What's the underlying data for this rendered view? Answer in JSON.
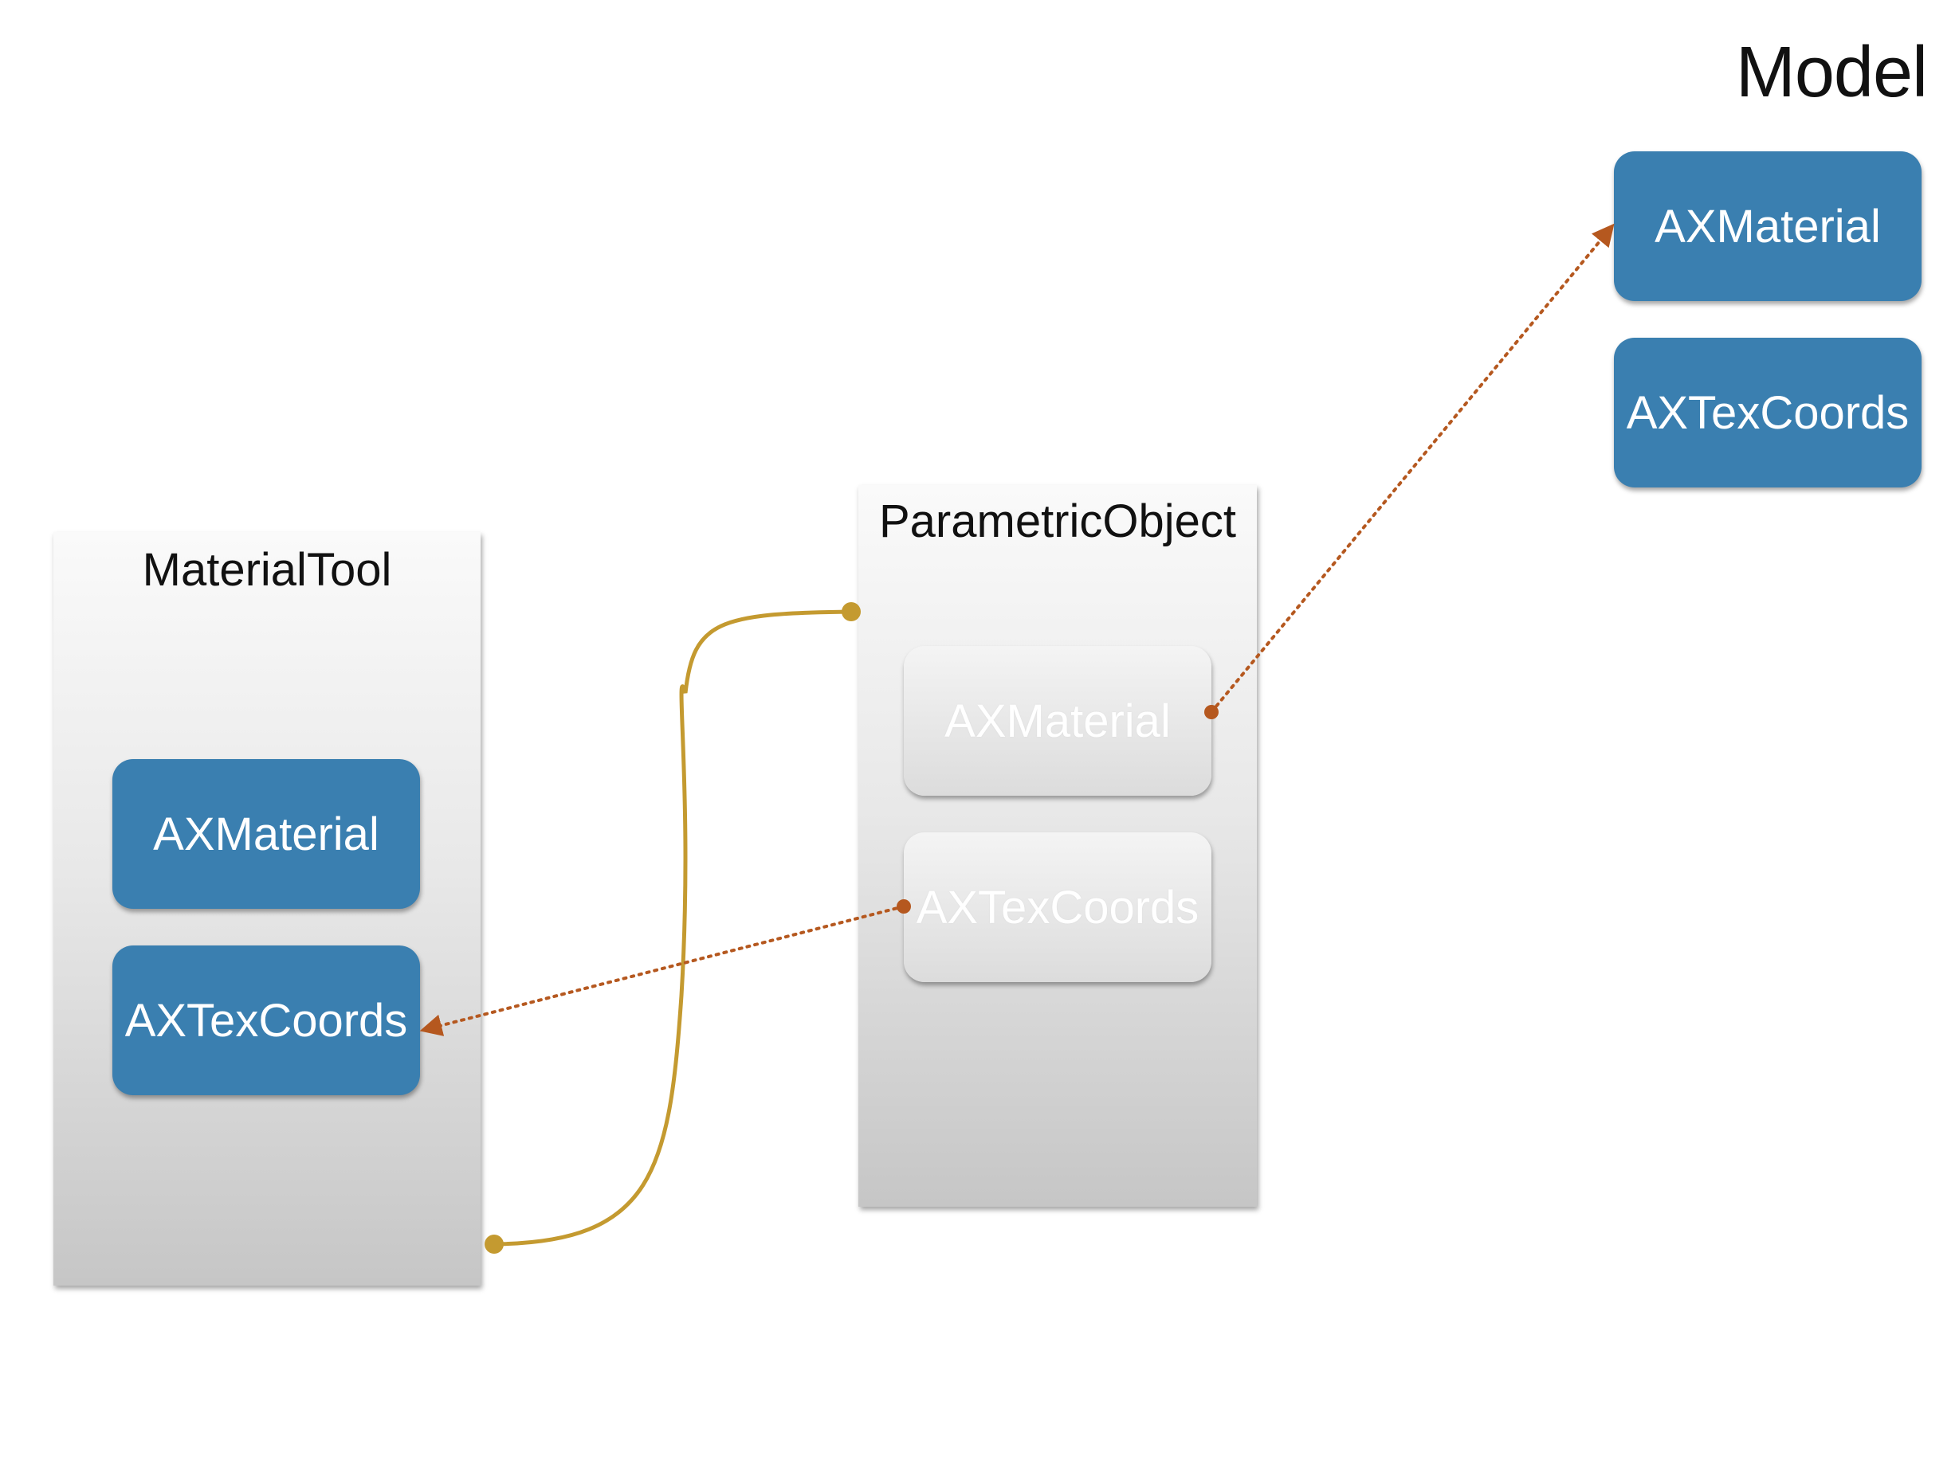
{
  "title": "Model",
  "colors": {
    "box_blue": "#3a7fb0",
    "link_gold": "#c49a30",
    "link_rust": "#b5581f"
  },
  "model": {
    "items": [
      "AXMaterial",
      "AXTexCoords"
    ]
  },
  "material_tool": {
    "title": "MaterialTool",
    "items": [
      "AXMaterial",
      "AXTexCoords"
    ]
  },
  "parametric_object": {
    "title": "ParametricObject",
    "items": [
      "AXMaterial",
      "AXTexCoords"
    ]
  }
}
